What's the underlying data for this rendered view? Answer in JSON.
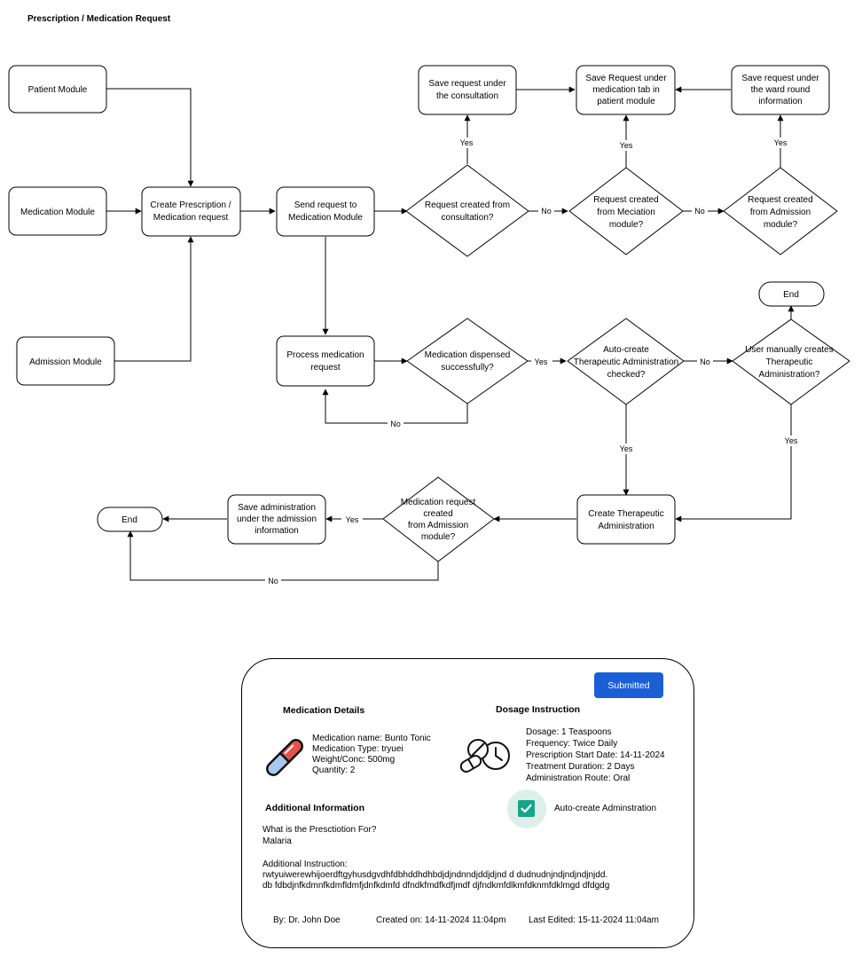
{
  "page_title": "Prescription / Medication Request",
  "flowchart": {
    "nodes": {
      "patient_module": "Patient Module",
      "medication_module": "Medication Module",
      "admission_module": "Admission Module",
      "create_request": [
        "Create Prescription /",
        "Medication request"
      ],
      "send_request": [
        "Send request to",
        "Medication Module"
      ],
      "q_consultation": [
        "Request created from",
        "consultation?"
      ],
      "q_medication": [
        "Request created",
        "from Meciation",
        "module?"
      ],
      "q_admission": [
        "Request created",
        "from Admission",
        "module?"
      ],
      "save_consultation": [
        "Save request under",
        "the consultation"
      ],
      "save_medication_tab": [
        "Save Request under",
        "medication tab in",
        "patient module"
      ],
      "save_ward_round": [
        "Save request under",
        "the ward round",
        "information"
      ],
      "process_request": [
        "Process medication",
        "request"
      ],
      "q_dispensed": [
        "Medication dispensed",
        "successfully?"
      ],
      "q_auto_create": [
        "Auto-create",
        "Therapeutic Administration",
        "checked?"
      ],
      "q_manual_create": [
        "User manually creates",
        "Therapeutic",
        "Administration?"
      ],
      "end_top": "End",
      "create_therapeutic": [
        "Create Therapeutic",
        "Administration"
      ],
      "q_admission_bottom": [
        "Medication request",
        "created",
        "from Admission",
        "module?"
      ],
      "save_admission": [
        "Save administration",
        "under the admission",
        "information"
      ],
      "end_bottom": "End"
    },
    "edge_labels": {
      "yes": "Yes",
      "no": "No"
    }
  },
  "card": {
    "status_button": "Submitted",
    "medication_details": {
      "heading": "Medication Details",
      "lines": [
        "Medication name: Bunto Tonic",
        "Medication Type: tryuei",
        "Weight/Conc: 500mg",
        "Quantity: 2"
      ]
    },
    "dosage_instruction": {
      "heading": "Dosage Instruction",
      "lines": [
        "Dosage: 1 Teaspoons",
        "Frequency: Twice Daily",
        "Prescription Start Date: 14-11-2024",
        "Treatment Duration: 2 Days",
        "Administration Route: Oral"
      ]
    },
    "auto_create_label": "Auto-create Adminstration",
    "auto_create_checked": true,
    "additional_information": {
      "heading": "Additional Information",
      "question": "What is the Presctiotion For?",
      "answer": "Malaria",
      "instruction_label": "Additional Instruction:",
      "instruction_lines": [
        "rwtyuiwerewhijoerdftgyhusdgvdhfdbhddhdhbdjdjndnndjddjdjnd d dudnudnjndjndjndjnjdd.",
        "db fdbdjnfkdmnfkdmfldmfjdnfkdmfd dfndkfmdfkdfjmdf djfndkmfdlkmfdknmfdklmgd dfdgdg"
      ]
    },
    "footer": {
      "by": "By: Dr. John Doe",
      "created_on": "Created on: 14-11-2024 11:04pm",
      "last_edited": "Last Edited: 15-11-2024 11:04am"
    },
    "colors": {
      "button": "#1a5fd6",
      "checkbox": "#17a58a",
      "checkbox_halo": "#dcefe9",
      "pill_red": "#e8514a",
      "pill_blue": "#a9c8ef"
    },
    "icons": [
      "medicine-pill-icon",
      "pills-clock-icon",
      "checkmark-icon"
    ]
  }
}
